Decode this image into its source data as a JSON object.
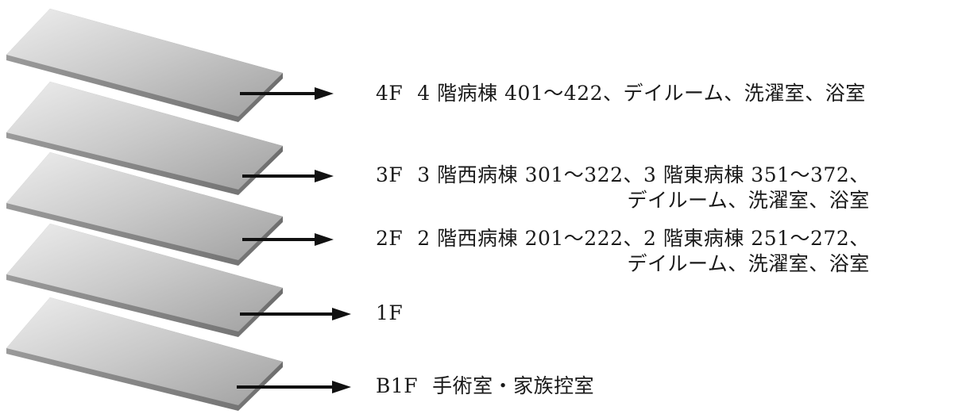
{
  "floors": [
    {
      "code": "4F",
      "desc": "4 階病棟 401～422、デイルーム、洗濯室、浴室",
      "desc2": ""
    },
    {
      "code": "3F",
      "desc": "3 階西病棟 301～322、3 階東病棟 351～372、",
      "desc2": "デイルーム、洗濯室、浴室"
    },
    {
      "code": "2F",
      "desc": "2 階西病棟 201～222、2 階東病棟 251～272、",
      "desc2": "デイルーム、洗濯室、浴室"
    },
    {
      "code": "1F",
      "desc": "",
      "desc2": ""
    },
    {
      "code": "B1F",
      "desc": "手術室・家族控室",
      "desc2": ""
    }
  ],
  "colors": {
    "slab_light": "#ebebeb",
    "slab_dark": "#a3a3a3",
    "slab_edge": "#7d7d7d",
    "arrow": "#111111"
  }
}
